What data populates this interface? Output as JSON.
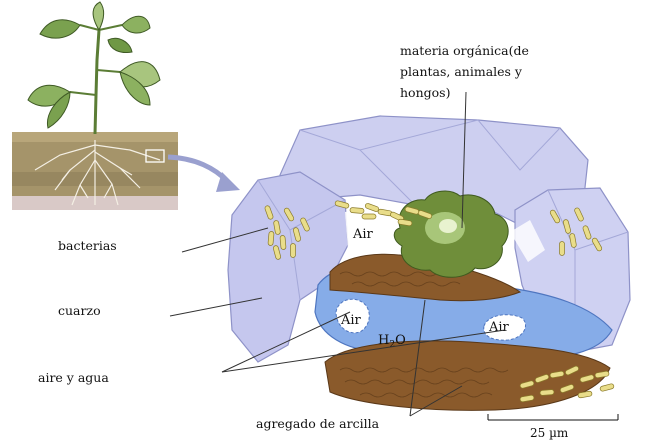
{
  "labels": {
    "organic_matter": [
      "materia orgánica(de",
      "plantas, animales y",
      "hongos)"
    ],
    "bacteria": "bacterias",
    "quartz": "cuarzo",
    "air_water": "aire y agua",
    "clay_aggregate": "agregado de arcilla",
    "scale_bar": "25 µm"
  },
  "inside_labels": {
    "air": "Air",
    "water_main": "H",
    "water_sub": "2",
    "water_tail": "O"
  },
  "colors": {
    "quartz": "#c9cbef",
    "quartz_edge": "#8e92c8",
    "clay": "#8a5a2b",
    "water": "#7fa6e6",
    "organic": "#6f8e3a",
    "bacteria": "#e9dd8a",
    "leaf": "#7fa35a",
    "soil": "#a08f67"
  }
}
